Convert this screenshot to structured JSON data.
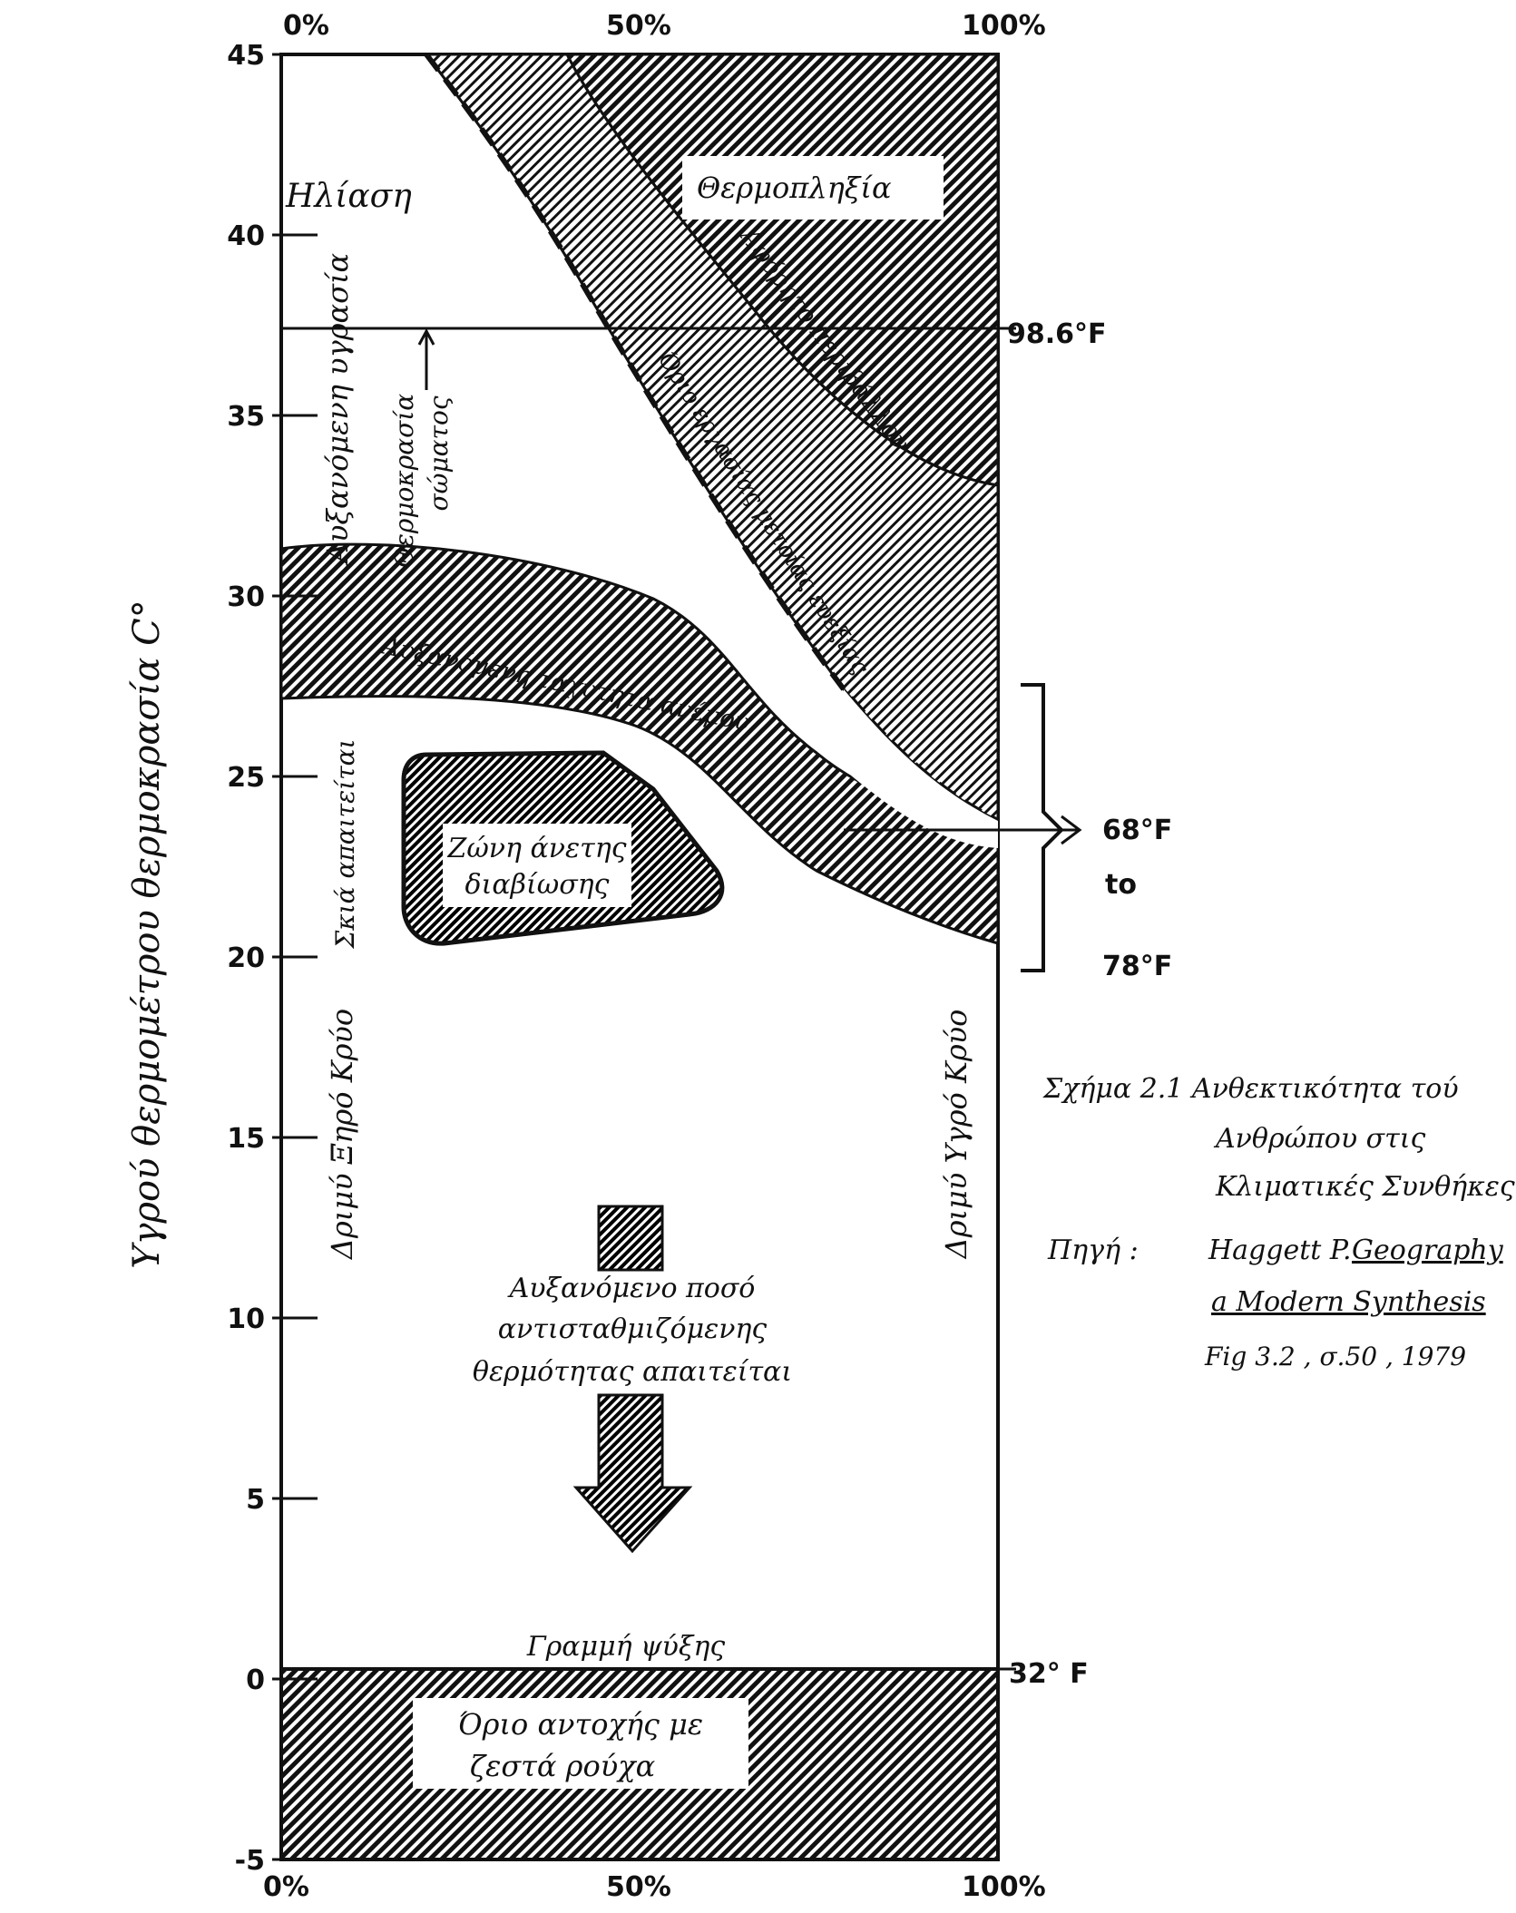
{
  "figure": {
    "title": "Σχήμα 2.1 Ανθεκτικότητα τού Ανθρώπου στις Κλιματικές Συνθήκες",
    "source": {
      "label": "Πηγή :",
      "author": "Haggett P.",
      "work_line1": "Geography",
      "work_line2": "a Modern Synthesis",
      "ref": "Fig 3.2 , σ.50 , 1979"
    }
  },
  "axes": {
    "y_label": "Υγρού θερμομέτρου θερμοκρασία C°",
    "y_ticks": [
      "45",
      "40",
      "35",
      "30",
      "25",
      "20",
      "15",
      "10",
      "5",
      "0",
      "-5"
    ],
    "x_ticks_top": [
      "0%",
      "50%",
      "100%"
    ],
    "x_ticks_bottom": [
      "0%",
      "50%",
      "100%"
    ],
    "right_marks": {
      "body_temp": "98.6°F",
      "comfort_low": "68°F",
      "comfort_to": "to",
      "comfort_high": "78°F",
      "freezing": "32° F"
    }
  },
  "regions": {
    "sunstroke": "Ηλίαση",
    "rising_humidity": "Αυξανόμενη υγρασία",
    "body_temp_line1": "Θερμοκρασία",
    "body_temp_line2": "σώματος",
    "heatstroke": "Θερμοπληξία",
    "severe_limit": "Αφόρητο περιβάλλον",
    "comfort_limit": "Όριο εργασίας μετρίας ευεξίας",
    "wind_speed": "Αυξανόμενη ταχύτητα ανέμου",
    "shade_required": "Σκιά απαιτείται",
    "comfort_zone_line1": "Ζώνη άνετης",
    "comfort_zone_line2": "διαβίωσης",
    "dry_cold": "Δριμύ Ξηρό Κρύο",
    "wet_cold": "Δριμύ Υγρό Κρύο",
    "heat_line1": "Αυξανόμενο ποσό",
    "heat_line2": "αντισταθμιζόμενης",
    "heat_line3": "θερμότητας απαιτείται",
    "frost_line": "Γραμμή ψύξης",
    "warm_clothes_line1": "Όριο αντοχής με",
    "warm_clothes_line2": "ζεστά ρούχα"
  }
}
